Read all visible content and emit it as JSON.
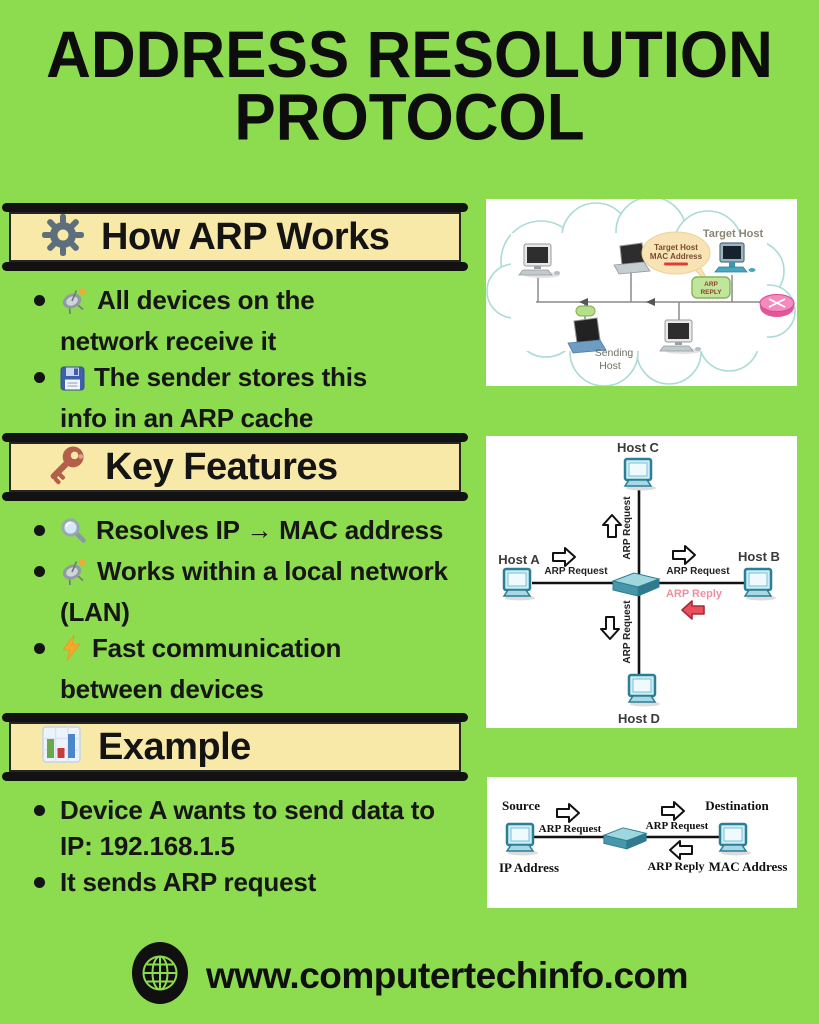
{
  "title": {
    "line1": "ADDRESS RESOLUTION",
    "line2": "PROTOCOL"
  },
  "sections": [
    {
      "title": "How ARP Works",
      "icon": "gear-icon",
      "bullets": [
        {
          "icon": "satellite-antenna-icon",
          "text": "All devices on the network receive it"
        },
        {
          "icon": "floppy-disk-icon",
          "text": "The sender stores this info in an ARP cache"
        }
      ]
    },
    {
      "title": "Key Features",
      "icon": "key-icon",
      "bullets": [
        {
          "icon": "magnifying-glass-icon",
          "text": "Resolves IP → MAC address"
        },
        {
          "icon": "satellite-antenna-icon",
          "text": "Works within a local network (LAN)"
        },
        {
          "icon": "lightning-bolt-icon",
          "text": "Fast communication between devices"
        }
      ]
    },
    {
      "title": "Example",
      "icon": "bar-chart-icon",
      "bullets": [
        {
          "icon": null,
          "text": "Device A wants to send data to IP: 192.168.1.5"
        },
        {
          "icon": null,
          "text": "It sends ARP request"
        }
      ]
    }
  ],
  "diagrams": {
    "cloud": {
      "target_host": "Target Host",
      "bubble_line1": "Target Host",
      "bubble_line2": "MAC Address",
      "reply_line1": "ARP",
      "reply_line2": "REPLY",
      "sending_line1": "Sending",
      "sending_line2": "Host"
    },
    "cross": {
      "host_a": "Host A",
      "host_b": "Host B",
      "host_c": "Host C",
      "host_d": "Host D",
      "arp_request": "ARP Request",
      "arp_reply": "ARP Reply"
    },
    "linear": {
      "source": "Source",
      "destination": "Destination",
      "ip_address": "IP Address",
      "mac_address": "MAC Address",
      "arp_request": "ARP Request",
      "arp_reply": "ARP Reply"
    }
  },
  "footer": {
    "website": "www.computertechinfo.com"
  },
  "colors": {
    "background": "#8ddb4f",
    "header_fill": "#f9e9a8",
    "bar": "#121212",
    "text": "#161616"
  }
}
